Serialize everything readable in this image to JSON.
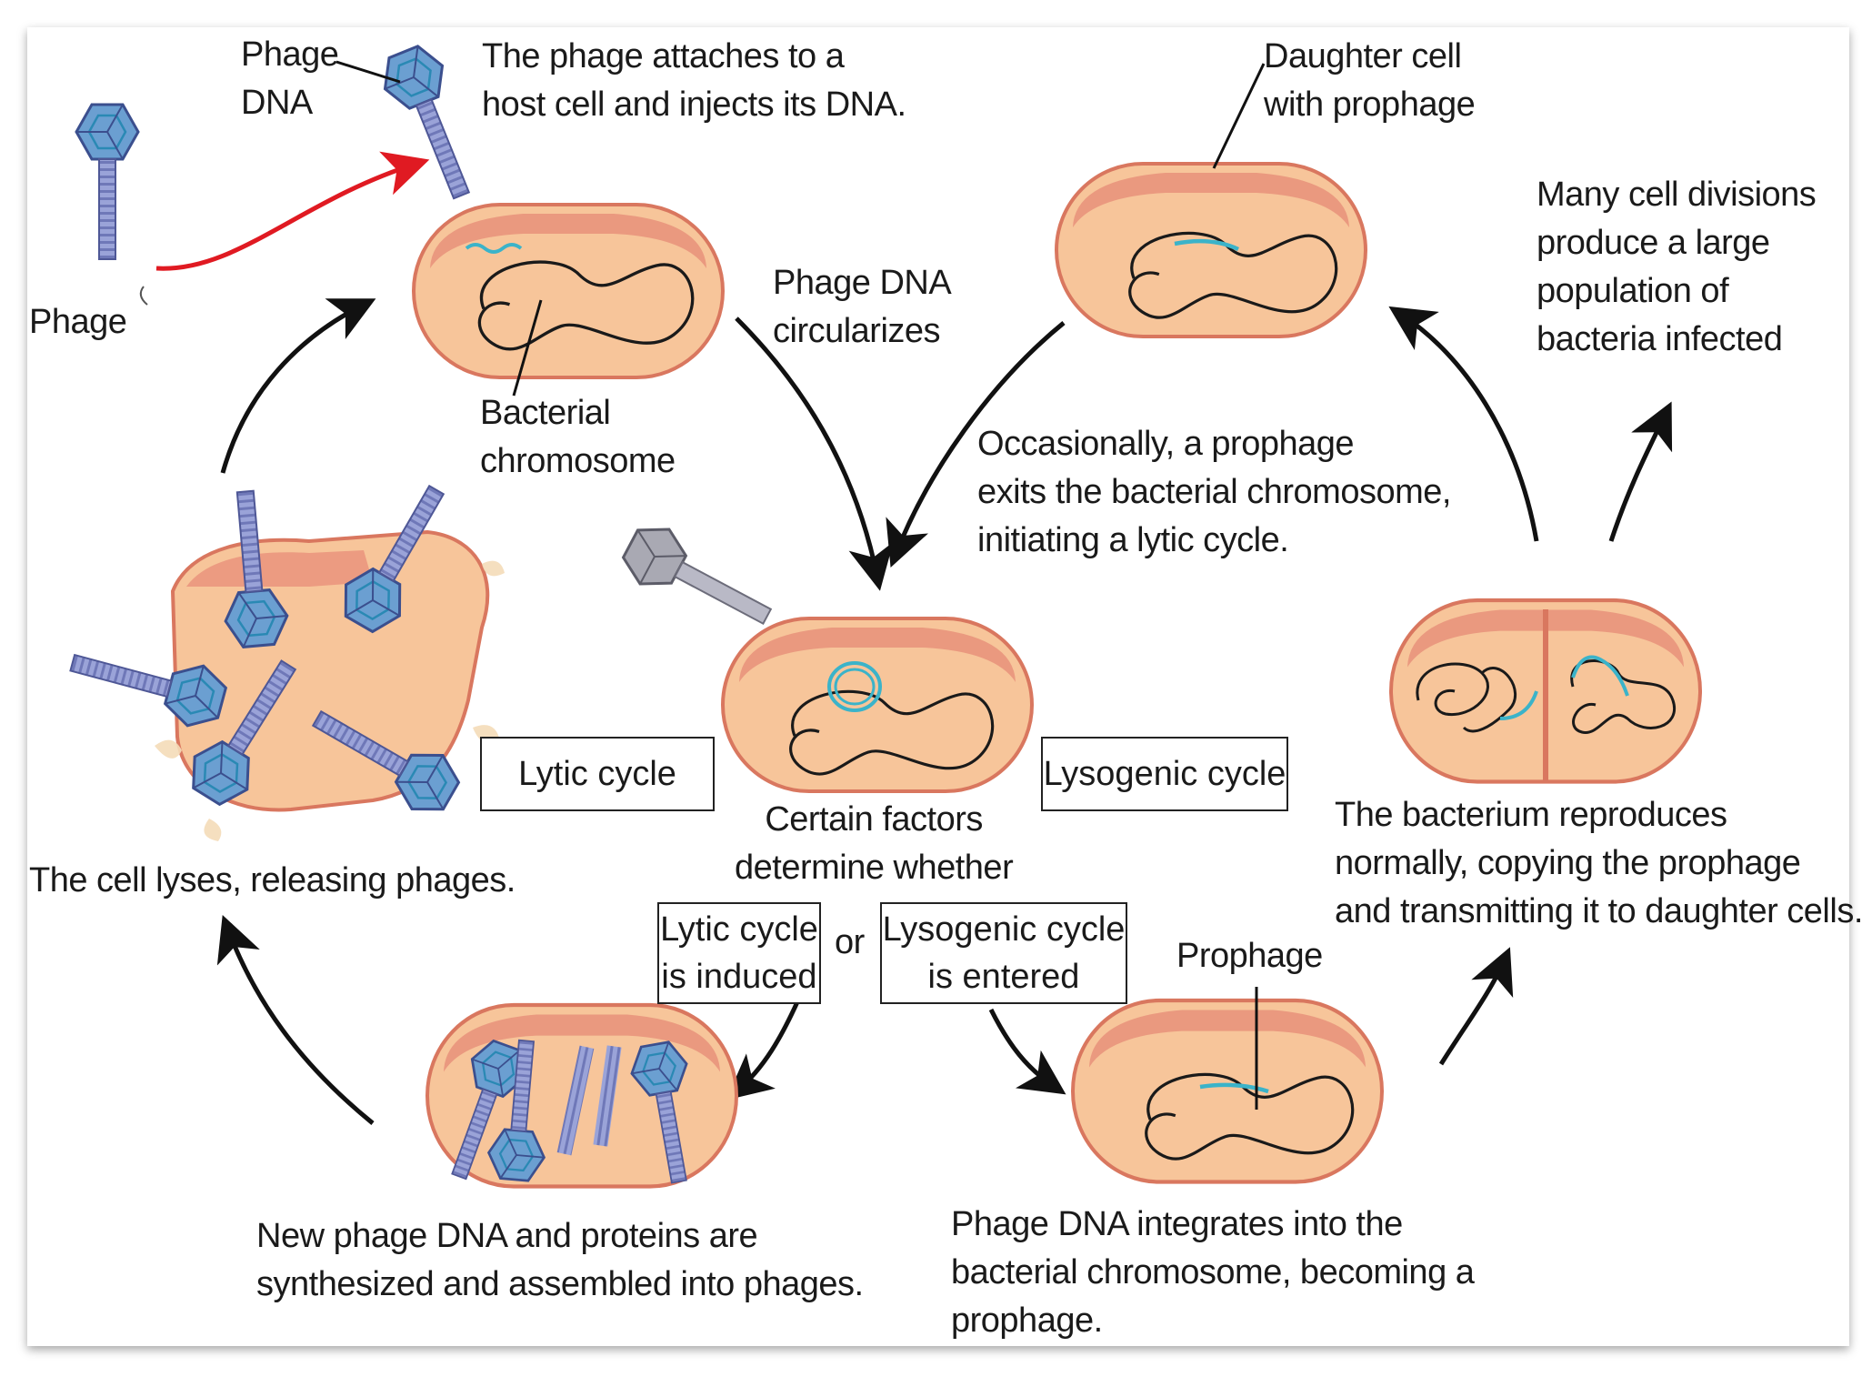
{
  "labels": {
    "phage": "Phage",
    "phage_dna": "Phage\nDNA",
    "attach": "The phage attaches to a\nhost cell and injects its DNA.",
    "daughter": "Daughter cell\nwith prophage",
    "many_divisions": "Many cell divisions\nproduce a large\npopulation of\nbacteria infected",
    "circularizes": "Phage DNA\ncircularizes",
    "bacterial_chromosome": "Bacterial\nchromosome",
    "occasionally": "Occasionally, a prophage\nexits the bacterial chromosome,\ninitiating a lytic cycle.",
    "lytic_cycle": "Lytic cycle",
    "lysogenic_cycle": "Lysogenic cycle",
    "certain_factors": "Certain factors\ndetermine whether",
    "lyses": "The cell lyses, releasing phages.",
    "reproduces": "The bacterium reproduces\nnormally, copying the prophage\nand transmitting it to daughter cells.",
    "lytic_induced": "Lytic cycle\nis induced",
    "or": "or",
    "lysogenic_entered": "Lysogenic cycle\nis entered",
    "prophage": "Prophage",
    "new_phage": "New phage DNA and proteins are\nsynthesized and assembled into phages.",
    "integrates": "Phage DNA integrates into the\nbacterial chromosome, becoming a\nprophage."
  },
  "colors": {
    "cell_fill": "#f7c59a",
    "cell_rim": "#e8907a",
    "cell_outline": "#d9775f",
    "phage_dna": "#3bb3c9",
    "phage_head": "#6b9fd1",
    "arrow_red": "#e01a22",
    "arrow_black": "#111111"
  }
}
